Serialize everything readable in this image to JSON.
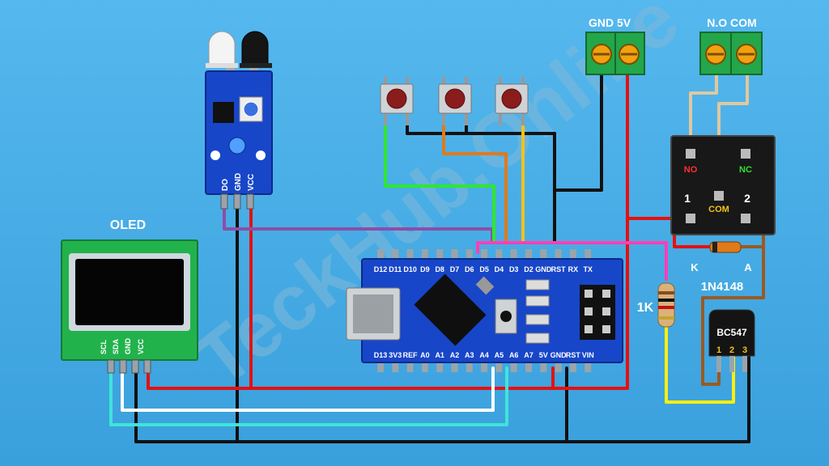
{
  "watermark": "TeckHub.Online",
  "terminals": {
    "power": "GND 5V",
    "relay_out": "N.O COM"
  },
  "oled": {
    "title": "OLED",
    "pins": [
      "SCL",
      "SDA",
      "GND",
      "VCC"
    ]
  },
  "ir_sensor": {
    "pins": [
      "DO",
      "GND",
      "VCC"
    ]
  },
  "arduino": {
    "top_pins": [
      "D12",
      "D11",
      "D10",
      "D9",
      "D8",
      "D7",
      "D6",
      "D5",
      "D4",
      "D3",
      "D2",
      "GND",
      "RST",
      "RX",
      "TX"
    ],
    "bottom_pins": [
      "D13",
      "3V3",
      "REF",
      "A0",
      "A1",
      "A2",
      "A3",
      "A4",
      "A5",
      "A6",
      "A7",
      "5V",
      "GND",
      "RST",
      "VIN"
    ]
  },
  "relay": {
    "no": "NO",
    "nc": "NC",
    "com": "COM",
    "coil1": "1",
    "coil2": "2"
  },
  "diode": {
    "name": "1N4148",
    "k": "K",
    "a": "A"
  },
  "resistor": {
    "value": "1K"
  },
  "transistor": {
    "name": "BC547",
    "pins": [
      "1",
      "2",
      "3"
    ]
  },
  "colors": {
    "background": "#45aee6",
    "board": "#1846c8",
    "pcb_green": "#22b24c",
    "wire_red": "#e61010",
    "wire_black": "#111111",
    "wire_purple": "#8a4fa8",
    "wire_green": "#2ee82e",
    "wire_orange": "#e07a1a",
    "wire_yellow": "#f2c21a",
    "wire_pink": "#ff3fb4",
    "wire_white": "#ffffff",
    "wire_cyan": "#3fe4d8",
    "wire_tan": "#e0c8a0",
    "wire_brown": "#9a5a22",
    "wire_yellow_bright": "#ffee10"
  }
}
